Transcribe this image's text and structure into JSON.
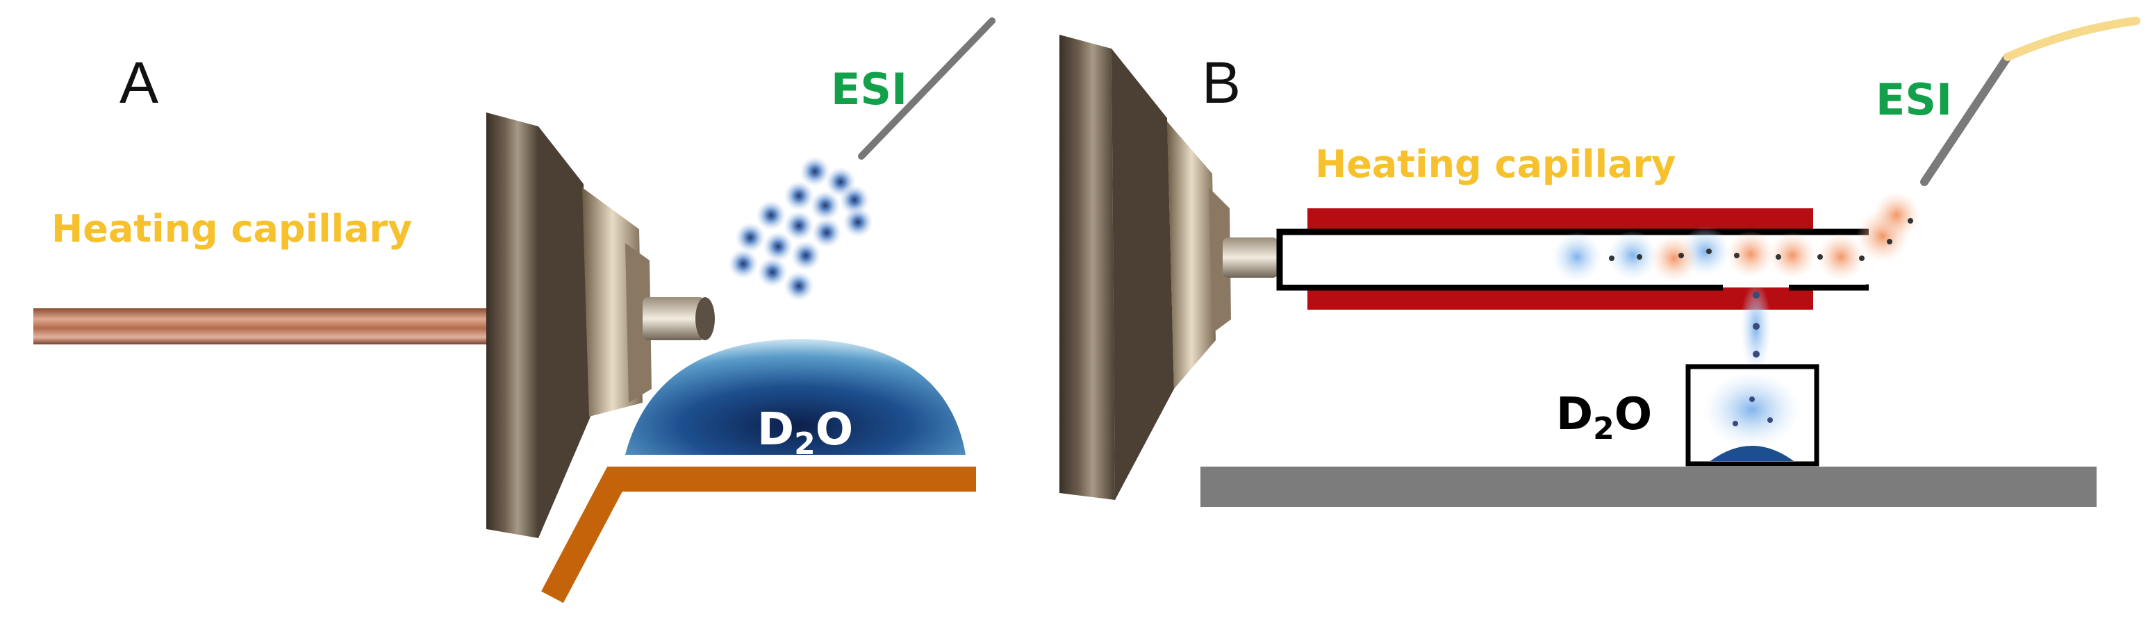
{
  "panels": [
    {
      "id": "A",
      "label": "A",
      "heating_capillary": "Heating capillary",
      "esi": "ESI",
      "d2o": {
        "main": "D",
        "sub": "2",
        "tail": "O"
      }
    },
    {
      "id": "B",
      "label": "B",
      "heating_capillary": "Heating capillary",
      "esi": "ESI",
      "d2o": {
        "main": "D",
        "sub": "2",
        "tail": "O"
      }
    }
  ],
  "colors": {
    "heating_label": "#f7c12d",
    "esi_label": "#12a14a",
    "capillary_copper": "#c98a6a",
    "support_orange": "#c5630a",
    "heater_red": "#b50d12",
    "base_gray": "#7c7c7c",
    "droplet_blue": "#2c6fb8",
    "ion_orange": "#f3a07a"
  }
}
